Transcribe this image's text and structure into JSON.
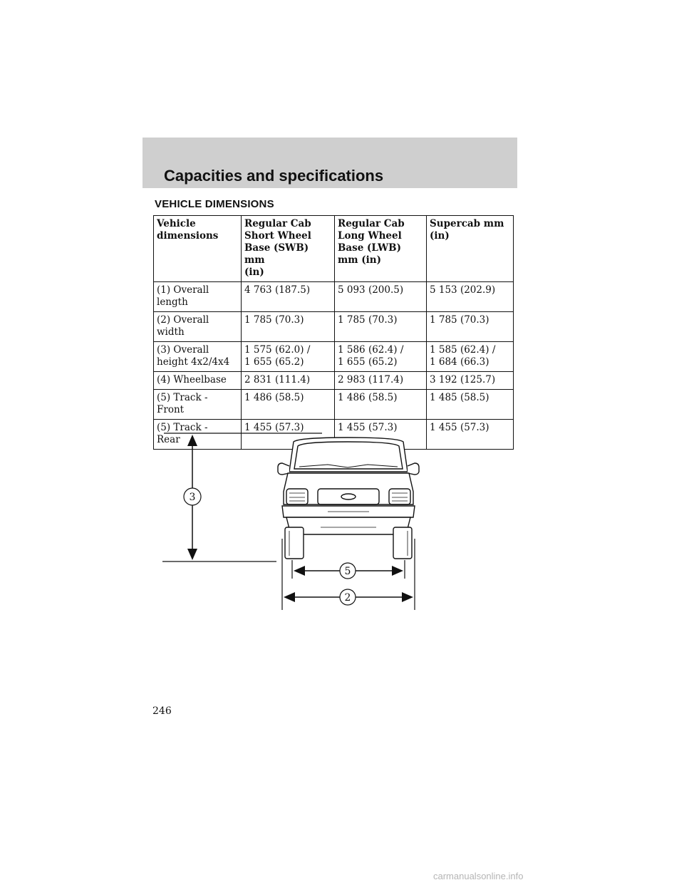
{
  "header": {
    "title": "Capacities and specifications"
  },
  "section": {
    "title": "VEHICLE DIMENSIONS"
  },
  "table": {
    "headers": [
      "Vehicle\ndimensions",
      "Regular Cab\nShort Wheel\nBase (SWB) mm\n(in)",
      "Regular Cab\nLong Wheel\nBase (LWB)\nmm (in)",
      "Supercab mm\n(in)"
    ],
    "rows": [
      [
        "(1) Overall\nlength",
        "4 763 (187.5)",
        "5 093 (200.5)",
        "5 153 (202.9)"
      ],
      [
        "(2) Overall\nwidth",
        "1 785 (70.3)",
        "1 785 (70.3)",
        "1 785 (70.3)"
      ],
      [
        "(3) Overall\nheight 4x2/4x4",
        "1 575 (62.0) /\n1 655 (65.2)",
        "1 586 (62.4) /\n1 655 (65.2)",
        "1 585 (62.4) /\n1 684 (66.3)"
      ],
      [
        "(4) Wheelbase",
        "2 831 (111.4)",
        "2 983 (117.4)",
        "3 192 (125.7)"
      ],
      [
        "(5) Track -\nFront",
        "1 486 (58.5)",
        "1 486 (58.5)",
        "1 485 (58.5)"
      ],
      [
        "(5) Track -\nRear",
        "1 455 (57.3)",
        "1 455 (57.3)",
        "1 455 (57.3)"
      ]
    ]
  },
  "diagram": {
    "labels": {
      "height": "3",
      "track": "5",
      "width": "2"
    }
  },
  "footer": {
    "page_number": "246",
    "watermark": "carmanualsonline.info"
  }
}
